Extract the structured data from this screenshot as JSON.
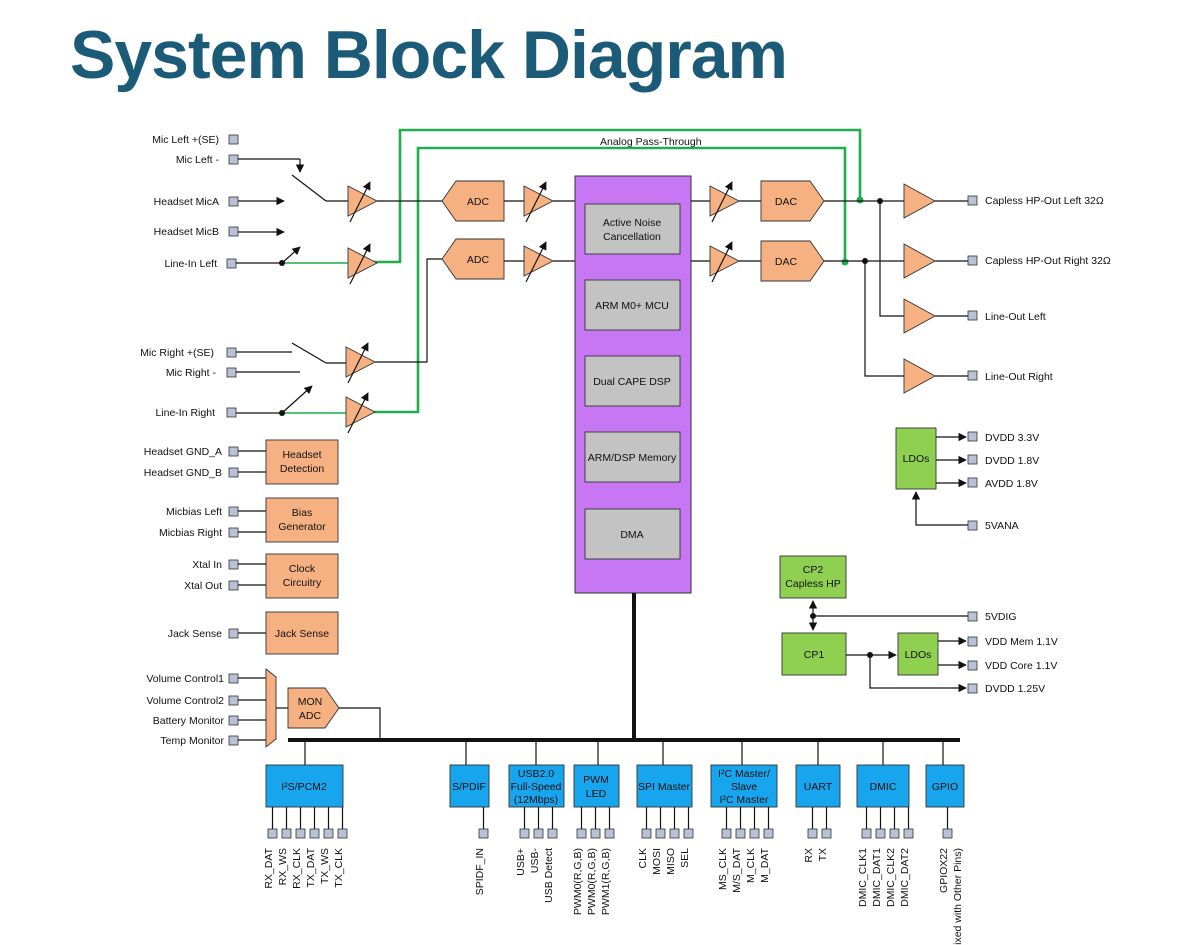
{
  "title": "System Block Diagram",
  "analog_pass_through": "Analog Pass-Through",
  "left_inputs": {
    "mic_left_pos": "Mic Left +(SE)",
    "mic_left_neg": "Mic Left -",
    "headset_mica": "Headset MicA",
    "headset_micb": "Headset MicB",
    "line_in_left": "Line-In Left",
    "mic_right_pos": "Mic Right +(SE)",
    "mic_right_neg": "Mic Right -",
    "line_in_right": "Line-In Right",
    "headset_gnd_a": "Headset GND_A",
    "headset_gnd_b": "Headset GND_B",
    "micbias_left": "Micbias Left",
    "micbias_right": "Micbias Right",
    "xtal_in": "Xtal In",
    "xtal_out": "Xtal Out",
    "jack_sense": "Jack Sense",
    "volume_control1": "Volume Control1",
    "volume_control2": "Volume Control2",
    "battery_monitor": "Battery Monitor",
    "temp_monitor": "Temp Monitor"
  },
  "blocks": {
    "adc": "ADC",
    "dac": "DAC",
    "headset_detection_1": "Headset",
    "headset_detection_2": "Detection",
    "bias_generator_1": "Bias",
    "bias_generator_2": "Generator",
    "clock_circuitry_1": "Clock",
    "clock_circuitry_2": "Circuitry",
    "jack_sense": "Jack Sense",
    "mon_adc_1": "MON",
    "mon_adc_2": "ADC",
    "ldos": "LDOs",
    "cp2_1": "CP2",
    "cp2_2": "Capless HP",
    "cp1": "CP1"
  },
  "dsp_core": {
    "anc_1": "Active Noise",
    "anc_2": "Cancellation",
    "arm_mcu": "ARM M0+ MCU",
    "dual_cape": "Dual CAPE DSP",
    "memory": "ARM/DSP Memory",
    "dma": "DMA"
  },
  "outputs": {
    "hp_left": "Capless HP-Out Left 32Ω",
    "hp_right": "Capless HP-Out Right 32Ω",
    "line_out_left": "Line-Out Left",
    "line_out_right": "Line-Out Right"
  },
  "power": {
    "dvdd33": "DVDD 3.3V",
    "dvdd18": "DVDD 1.8V",
    "avdd18": "AVDD 1.8V",
    "vana": "5VANA",
    "vdig": "5VDIG",
    "vdd_mem": "VDD Mem 1.1V",
    "vdd_core": "VDD Core 1.1V",
    "dvdd125": "DVDD 1.25V"
  },
  "interfaces": {
    "i2s_1": "I²S/PCM2",
    "spdif": "S/PDIF",
    "usb_1": "USB2.0",
    "usb_2": "Full-Speed",
    "usb_3": "(12Mbps)",
    "pwm_1": "PWM",
    "pwm_2": "LED",
    "spi": "SPI Master",
    "i2c_1": "I²C Master/",
    "i2c_2": "Slave",
    "i2c_3": "I²C Master",
    "uart": "UART",
    "dmic": "DMIC",
    "gpio": "GPIO"
  },
  "bottom_pins": {
    "rx_dat": "RX_DAT",
    "rx_ws": "RX_WS",
    "rx_clk": "RX_CLK",
    "tx_dat": "TX_DAT",
    "tx_ws": "TX_WS",
    "tx_clk": "TX_CLK",
    "spdif_in": "SPIDF_IN",
    "usb_plus": "USB+",
    "usb_minus": "USB-",
    "usb_detect": "USB Detect",
    "pwm0": "PWM0(R,G,B)",
    "pwm0b": "PWM0(R,G,B)",
    "pwm1": "PWM1(R,G,B)",
    "clk": "CLK",
    "mosi": "MOSI",
    "miso": "MISO",
    "sel": "SEL",
    "ms_clk": "MS_CLK",
    "ms_dat": "M/S_DAT",
    "m_clk": "M_CLK",
    "m_dat": "M_DAT",
    "rx": "RX",
    "tx": "TX",
    "dmic_clk1": "DMIC_CLK1",
    "dmic_dat1": "DMIC_DAT1",
    "dmic_clk2": "DMIC_CLK2",
    "dmic_dat2": "DMIC_DAT2",
    "gpiox22": "GPIOX22",
    "gpio_note": "(Mixed with Other Pins)"
  }
}
